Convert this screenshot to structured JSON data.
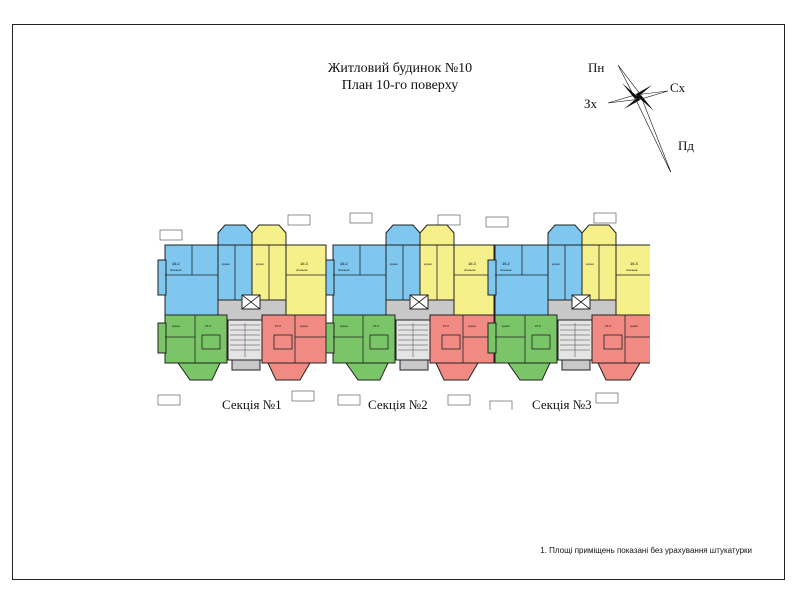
{
  "title": {
    "line1": "Житловий будинок №10",
    "line2": "План 10-го поверху"
  },
  "compass": {
    "north": "Пн",
    "east": "Сх",
    "west": "Зх",
    "south": "Пд"
  },
  "sections": [
    "Секція №1",
    "Секція №2",
    "Секція №3"
  ],
  "note": "1. Площі приміщень показані без урахування штукатурки",
  "colors": {
    "blue": "#7fc7ee",
    "yellow": "#f6f08a",
    "green": "#79c567",
    "red": "#f08a82",
    "gray": "#c8c8c8",
    "wall": "#222222"
  },
  "room_labels": {
    "kitchen": "кухня",
    "living": "спальня",
    "bath": "с/в",
    "hall": "хол",
    "room": "загальна кімната"
  }
}
